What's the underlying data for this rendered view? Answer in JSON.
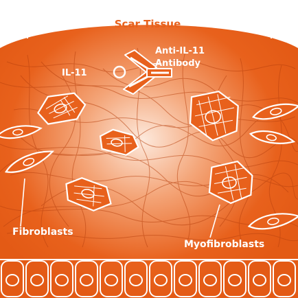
{
  "title": "Scar Tissue",
  "labels": {
    "il11": "IL-11",
    "antibody_line1": "Anti-IL-11",
    "antibody_line2": "Antibody",
    "fibroblasts": "Fibroblasts",
    "myofibroblasts": "Myofibroblasts"
  },
  "colors": {
    "tissue": "#e8611c",
    "tissue_highlight": "#fde9dc",
    "cell_outline": "#ffffff",
    "title_text": "#e8611c"
  }
}
